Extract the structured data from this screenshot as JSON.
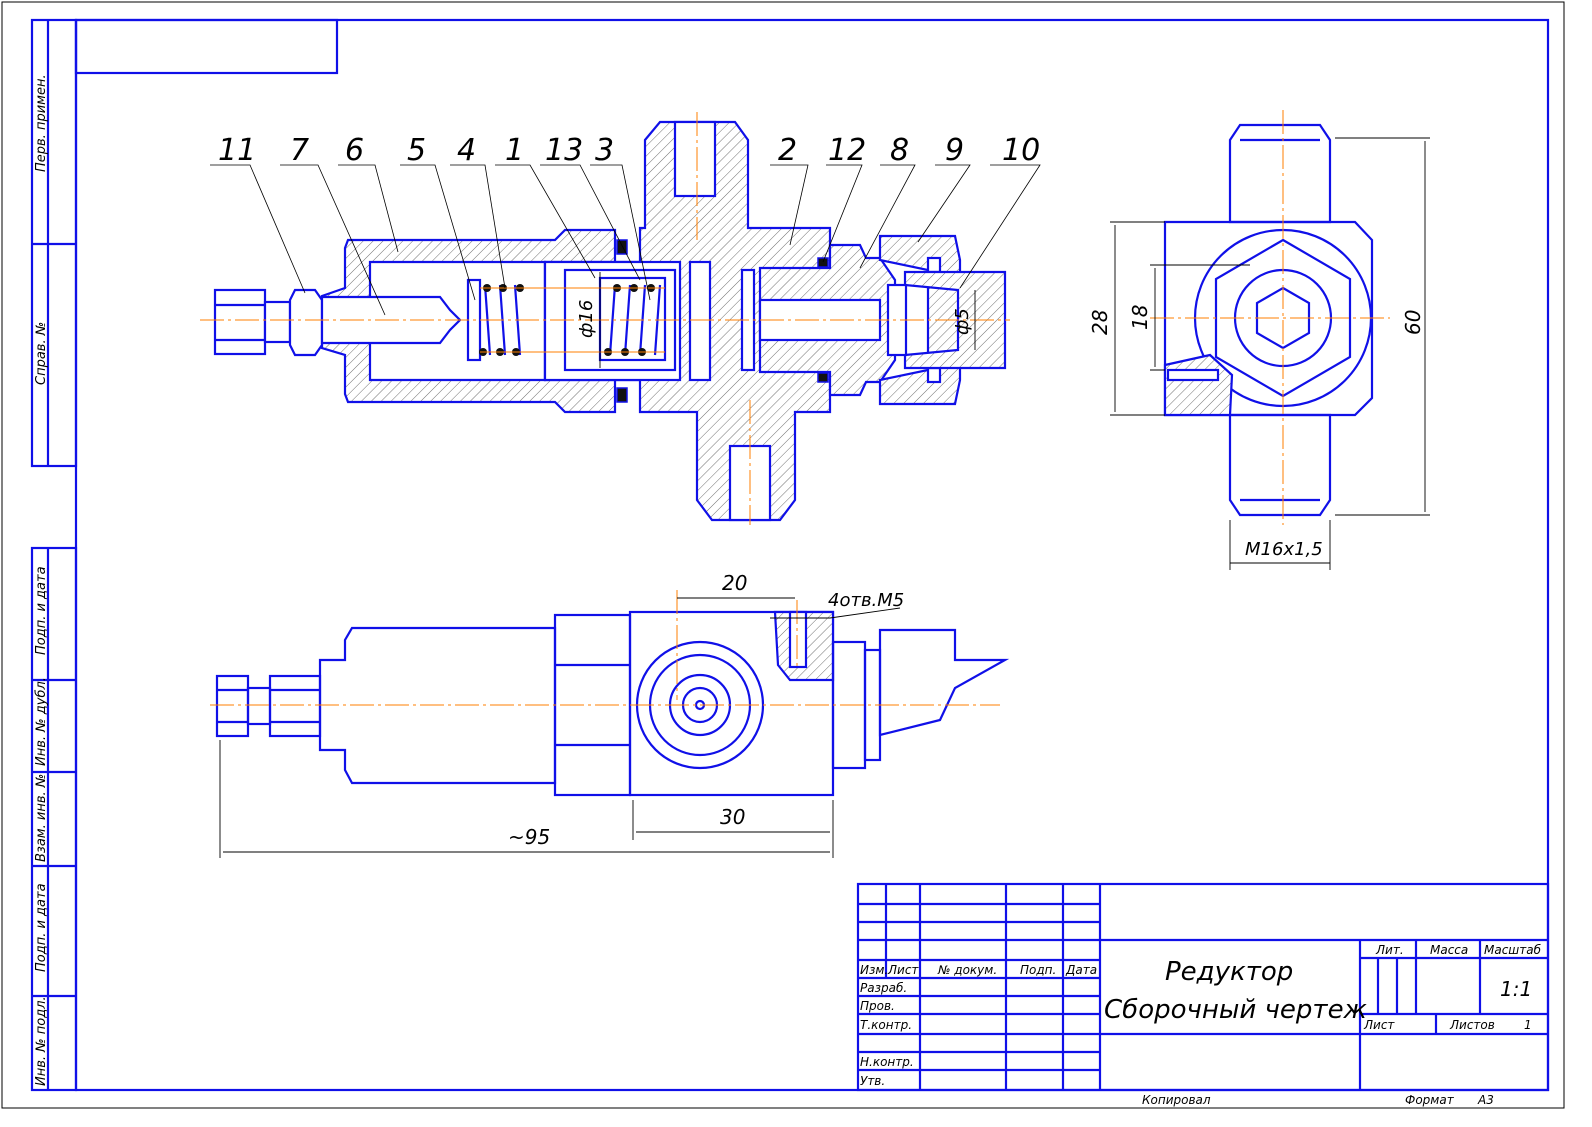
{
  "sheet": {
    "side_stamp_labels": [
      "Перв. примен.",
      "Справ. №",
      "Подп. и дата",
      "Инв. № дубл.",
      "Взам. инв. №",
      "Подп. и дата",
      "Инв. № подл."
    ]
  },
  "section_view": {
    "part_numbers": [
      "11",
      "7",
      "6",
      "5",
      "4",
      "1",
      "13",
      "3",
      "2",
      "12",
      "8",
      "9",
      "10"
    ],
    "dim_d16": "ф16",
    "dim_d5": "ф5"
  },
  "side_view": {
    "dim_28": "28",
    "dim_18": "18",
    "dim_60": "60",
    "dim_thread": "M16x1,5"
  },
  "plan_view": {
    "dim_20": "20",
    "dim_holes": "4отв.М5",
    "dim_30": "30",
    "dim_95": "~95"
  },
  "title_block": {
    "col_izm": "Изм.",
    "col_list": "Лист",
    "col_doc": "№ докум.",
    "col_podp": "Подп.",
    "col_data": "Дата",
    "row_razrab": "Разраб.",
    "row_prov": "Пров.",
    "row_tkontr": "Т.контр.",
    "row_nkontr": "Н.контр.",
    "row_utv": "Утв.",
    "title_line1": "Редуктор",
    "title_line2": "Сборочный чертеж",
    "lit": "Лит.",
    "massa": "Масса",
    "masshtab": "Масштаб",
    "scale_value": "1:1",
    "sheet": "Лист",
    "sheets": "Листов",
    "sheets_value": "1",
    "copied": "Копировал",
    "format_label": "Формат",
    "format_value": "А3"
  },
  "colors": {
    "line": "#1010e8",
    "centerline": "#ff7f00"
  }
}
